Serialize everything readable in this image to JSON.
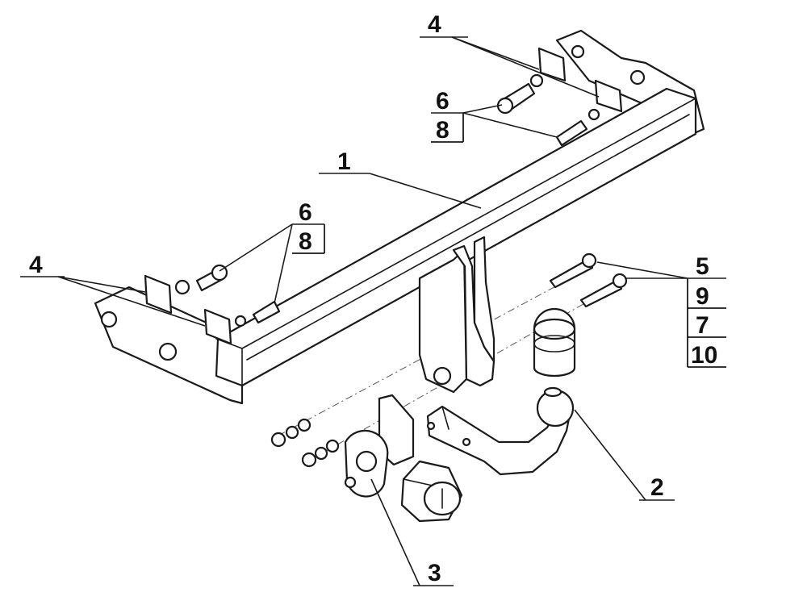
{
  "diagram": {
    "callouts": {
      "c1": "1",
      "c2": "2",
      "c3": "3",
      "c4_top": "4",
      "c4_left": "4",
      "c6_top": "6",
      "c8_top": "8",
      "c6_mid": "6",
      "c8_mid": "8",
      "c5": "5",
      "c9": "9",
      "c7": "7",
      "c10": "10"
    }
  }
}
